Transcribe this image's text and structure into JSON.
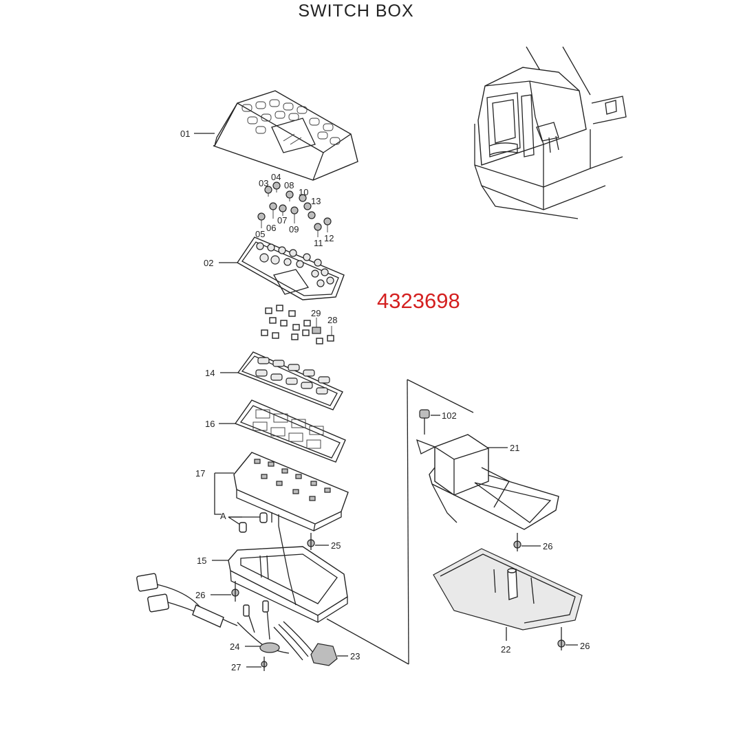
{
  "title": "SWITCH BOX",
  "part_number": "4323698",
  "labels": {
    "p01": "01",
    "p02": "02",
    "p03": "03",
    "p04": "04",
    "p05": "05",
    "p06": "06",
    "p07": "07",
    "p08": "08",
    "p09": "09",
    "p10": "10",
    "p11": "11",
    "p12": "12",
    "p13": "13",
    "p14": "14",
    "p15": "15",
    "p16": "16",
    "p17": "17",
    "p21": "21",
    "p22": "22",
    "p23": "23",
    "p24": "24",
    "p25": "25",
    "p26a": "26",
    "p26b": "26",
    "p26c": "26",
    "p27": "27",
    "p28": "28",
    "p29": "29",
    "p102": "102",
    "pA": "A"
  }
}
